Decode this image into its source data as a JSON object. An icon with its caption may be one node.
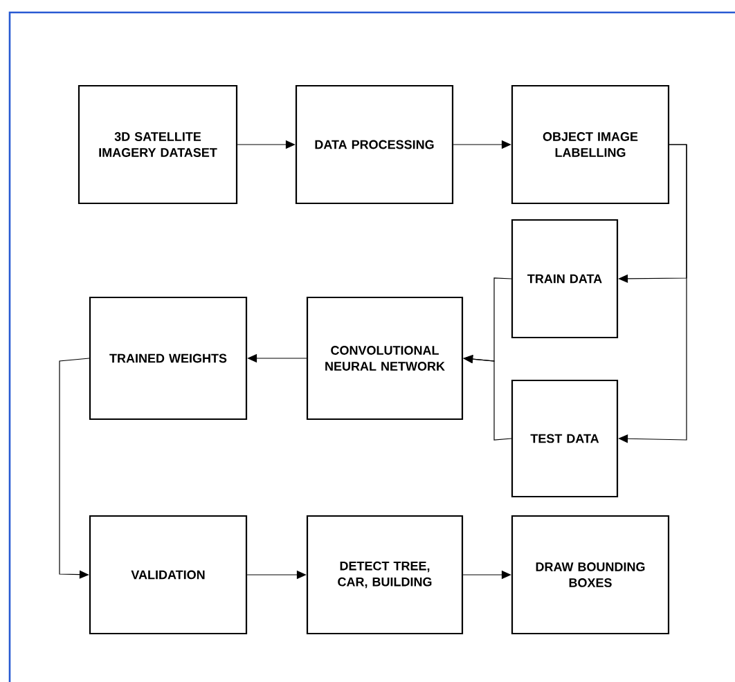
{
  "diagram": {
    "nodes": [
      {
        "text": [
          "3D SATELLITE IMAGERY DATASET"
        ]
      },
      {
        "text": [
          "DATA PROCESSING"
        ]
      },
      {
        "text": [
          "OBJECT IMAGE LABELLING"
        ]
      },
      {
        "text": [
          "TRAIN DATA"
        ]
      },
      {
        "text": [
          "CONVOLUTIONAL NEURAL NETWORK"
        ]
      },
      {
        "text": [
          "TRAINED WEIGHTS"
        ]
      },
      {
        "text": [
          "TEST DATA"
        ]
      },
      {
        "text": [
          "VALIDATION"
        ]
      },
      {
        "text": [
          "DETECT TREE, CAR, BUILDING"
        ]
      },
      {
        "text": [
          "DRAW BOUNDING BOXES"
        ]
      }
    ],
    "edges": [
      {
        "from": 0,
        "to": 1,
        "arrow": "to"
      },
      {
        "from": 1,
        "to": 2,
        "arrow": "to"
      },
      {
        "from": 2,
        "to": 3,
        "arrow": "to"
      },
      {
        "from": 2,
        "to": 6,
        "arrow": "to"
      },
      {
        "from": 3,
        "to": 4,
        "arrow": "to"
      },
      {
        "from": 6,
        "to": 4,
        "arrow": "to"
      },
      {
        "from": 4,
        "to": 5,
        "arrow": "to"
      },
      {
        "from": 5,
        "to": 7,
        "arrow": "to"
      },
      {
        "from": 7,
        "to": 8,
        "arrow": "to"
      },
      {
        "from": 8,
        "to": 9,
        "arrow": "to"
      }
    ]
  }
}
